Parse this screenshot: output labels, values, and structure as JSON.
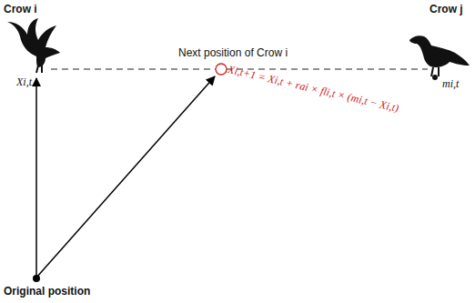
{
  "diagram": {
    "labels": [
      "Crow i",
      "Crow j",
      "Next position of Crow i",
      "Xi,t",
      "mi,t",
      "Xi,t+1 = Xi,t + rai × fli,t × (mi,t − Xi,t)",
      "Original position"
    ]
  }
}
